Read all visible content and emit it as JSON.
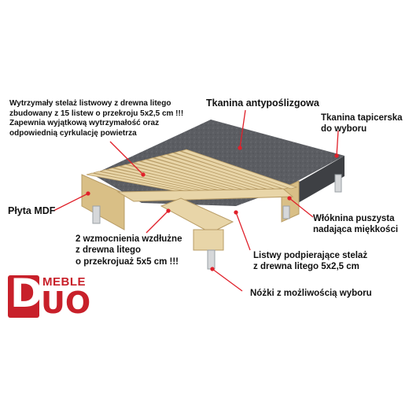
{
  "labels": {
    "slats_desc": [
      "Wytrzymały stelaż listwowy z drewna litego",
      "zbudowany z 15 listew o przekroju 5x2,5 cm !!!",
      "Zapewnia wyjątkową wytrzymałość oraz",
      "odpowiednią cyrkulację powietrza"
    ],
    "antislip": "Tkanina antypoślizgowa",
    "upholstery": [
      "Tkanina tapicerska",
      "do wyboru"
    ],
    "mdf": "Płyta MDF",
    "fleece": [
      "Włóknina puszysta",
      "nadająca miękkości"
    ],
    "reinforcements": [
      "2 wzmocnienia wzdłużne",
      "z drewna litego",
      "o przekrojuaż 5x5 cm !!!"
    ],
    "support_slats": [
      "Listwy podpierające stelaż",
      "z drewna litego 5x2,5 cm"
    ],
    "legs": "Nóżki z możliwością wyboru"
  },
  "logo": {
    "top": "MEBLE",
    "letter": "D",
    "rest": "UO"
  },
  "colors": {
    "accent": "#c8202a",
    "fabric": "#5f6166",
    "fabric_dark": "#3e4044",
    "wood": "#e8d5a8",
    "wood_edge": "#b89c66",
    "leg": "#d6d8da"
  }
}
